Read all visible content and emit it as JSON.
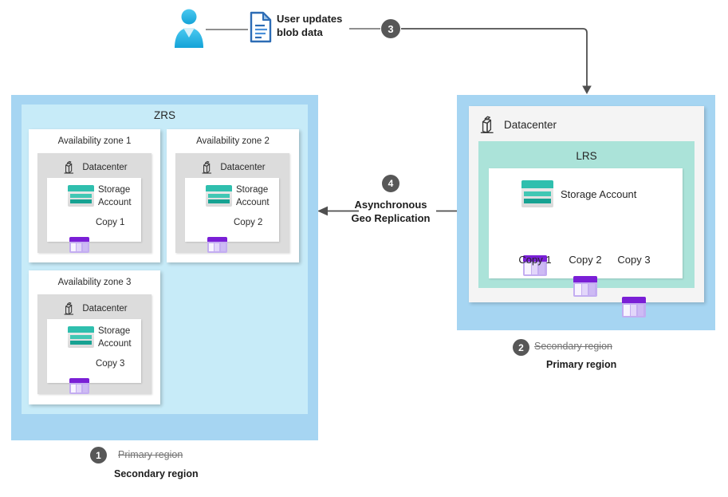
{
  "user_flow": {
    "label": "User updates blob data",
    "step_badge": "3"
  },
  "replication": {
    "step_badge": "4",
    "label_line1": "Asynchronous",
    "label_line2": "Geo Replication"
  },
  "zrs": {
    "title": "ZRS",
    "zones": [
      {
        "title": "Availability zone 1",
        "datacenter_label": "Datacenter",
        "storage_label": "Storage Account",
        "copy_label": "Copy 1"
      },
      {
        "title": "Availability zone 2",
        "datacenter_label": "Datacenter",
        "storage_label": "Storage Account",
        "copy_label": "Copy 2"
      },
      {
        "title": "Availability zone 3",
        "datacenter_label": "Datacenter",
        "storage_label": "Storage Account",
        "copy_label": "Copy 3"
      }
    ],
    "step_badge": "1",
    "previous_role": "Primary region",
    "current_role": "Secondary region"
  },
  "lrs": {
    "title": "LRS",
    "datacenter_label": "Datacenter",
    "storage_label": "Storage Account",
    "copies": [
      "Copy 1",
      "Copy 2",
      "Copy 3"
    ],
    "step_badge": "2",
    "previous_role": "Secondary region",
    "current_role": "Primary region"
  },
  "colors": {
    "region_fill": "#a6d5f2",
    "zrs_inner_fill": "#c7ebf8",
    "lrs_fill": "#abe3d9",
    "datacenter_box_fill": "#f4f4f4",
    "zone_datacenter_fill": "#dcdcdc",
    "storage_teal": "#2fbfae",
    "copy_purple": "#7a1fd6",
    "badge_gray": "#575757",
    "connector_gray": "#4f4f4f"
  }
}
